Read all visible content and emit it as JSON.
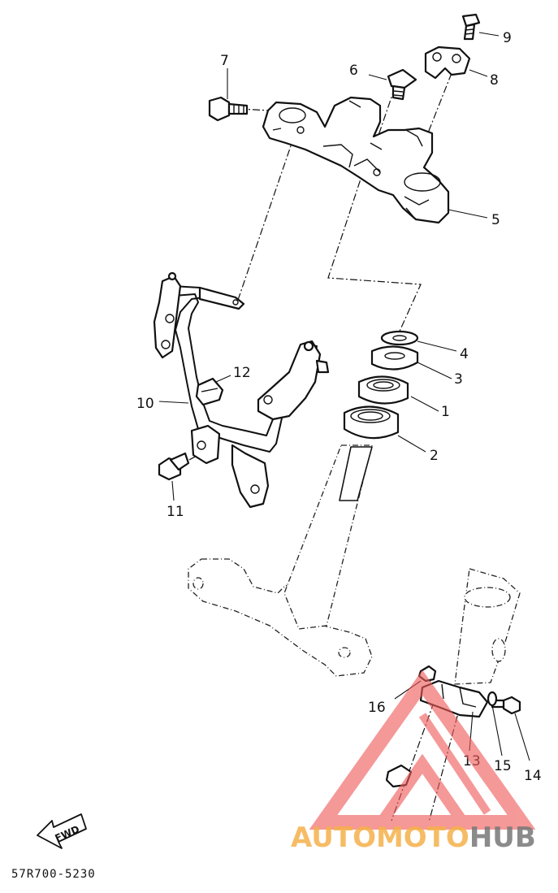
{
  "diagram": {
    "part_numbers": [
      "1",
      "2",
      "3",
      "4",
      "5",
      "6",
      "7",
      "8",
      "9",
      "10",
      "11",
      "12",
      "13",
      "14",
      "15",
      "16"
    ],
    "fwd_label": "FWD",
    "drawing_code": "57R700-5230"
  },
  "watermark": {
    "text_a": "AUTOMOTO",
    "text_b": "HUB",
    "color_a": "#f5b04a",
    "color_b": "#777777",
    "logo_color": "#ef5a5a"
  }
}
